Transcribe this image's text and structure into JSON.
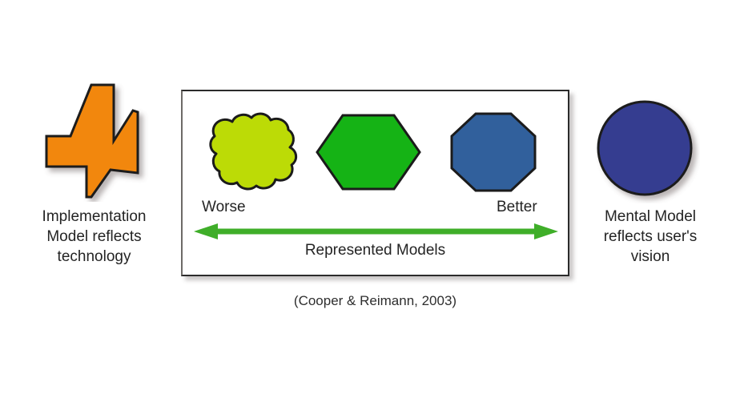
{
  "diagram": {
    "title": "Implementation Model vs Mental Model spectrum",
    "source_caption": "(Cooper & Reimann, 2003)",
    "left": {
      "name": "implementation-model",
      "caption": "Implementation\nModel reflects\ntechnology",
      "shape": "jagged-arrow",
      "color": "#F2870D",
      "outline": "#1b1b1b"
    },
    "middle": {
      "name": "represented-models",
      "box_border_color": "#2b2b2b",
      "axis_label": "Represented Models",
      "scale_low_label": "Worse",
      "scale_high_label": "Better",
      "arrow_color": "#3FAE29",
      "arrow_direction": "double",
      "shapes": [
        {
          "name": "cloud",
          "position": "left",
          "quality": "Worse",
          "color": "#BCDB06",
          "outline": "#1b1b1b"
        },
        {
          "name": "hexagon",
          "position": "center",
          "quality": "Middle",
          "color": "#15B315",
          "outline": "#1b1b1b"
        },
        {
          "name": "octagon",
          "position": "right",
          "quality": "Better",
          "color": "#31609C",
          "outline": "#1b1b1b"
        }
      ]
    },
    "right": {
      "name": "mental-model",
      "caption": "Mental Model\nreflects user's\nvision",
      "shape": "circle",
      "color": "#363C90",
      "outline": "#1b1b1b"
    }
  }
}
